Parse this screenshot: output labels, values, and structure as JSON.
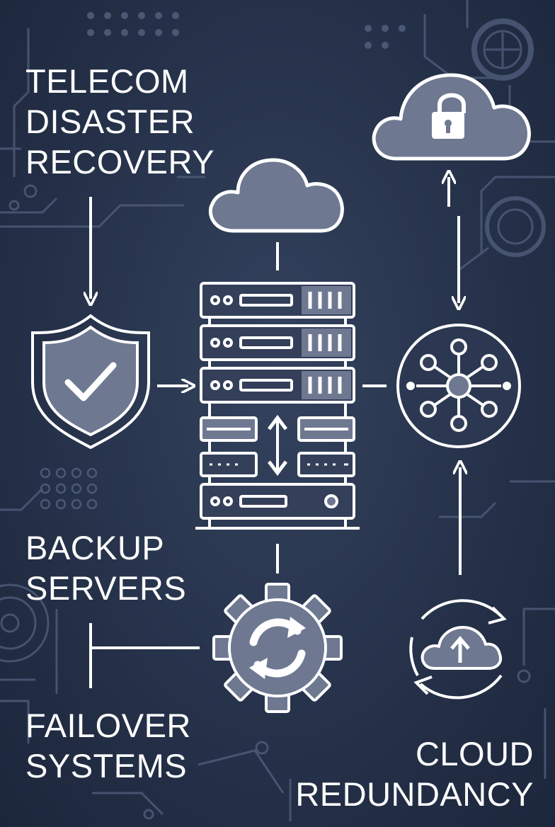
{
  "labels": {
    "title": "TELECOM\nDISASTER\nRECOVERY",
    "backup": "BACKUP\nSERVERS",
    "failover": "FAILOVER\nSYSTEMS",
    "cloud": "CLOUD\nREDUNDANCY"
  },
  "icons": {
    "shield": "shield-check-icon",
    "server": "server-rack-icon",
    "cloud": "cloud-icon",
    "secure_cloud": "cloud-lock-icon",
    "network": "network-hub-icon",
    "failover": "gear-sync-icon",
    "cloud_sync": "cloud-upload-sync-icon"
  },
  "colors": {
    "background": "#26324a",
    "icon_fill": "#6e7891",
    "stroke": "#ffffff",
    "circuit": "#4b5875"
  }
}
